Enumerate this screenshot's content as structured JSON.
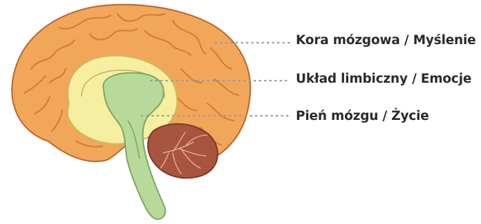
{
  "diagram": {
    "labels": {
      "cortex": "Kora mózgowa / Myślenie",
      "limbic": "Układ limbiczny / Emocje",
      "stem": "Pień mózgu / Życie"
    },
    "colors": {
      "cortex_fill": "#F2A65A",
      "cortex_outline": "#B9652A",
      "cortex_fold": "#D27E3A",
      "limbic_fill": "#F6EFA2",
      "limbic_outline": "#C9BB5F",
      "stem_fill": "#B7D99A",
      "stem_outline": "#7FA565",
      "cerebellum_fill": "#A8543F",
      "cerebellum_vein": "#E8B79A",
      "leader_dots": "#9a9a9a",
      "text": "#2b2b2b"
    }
  }
}
